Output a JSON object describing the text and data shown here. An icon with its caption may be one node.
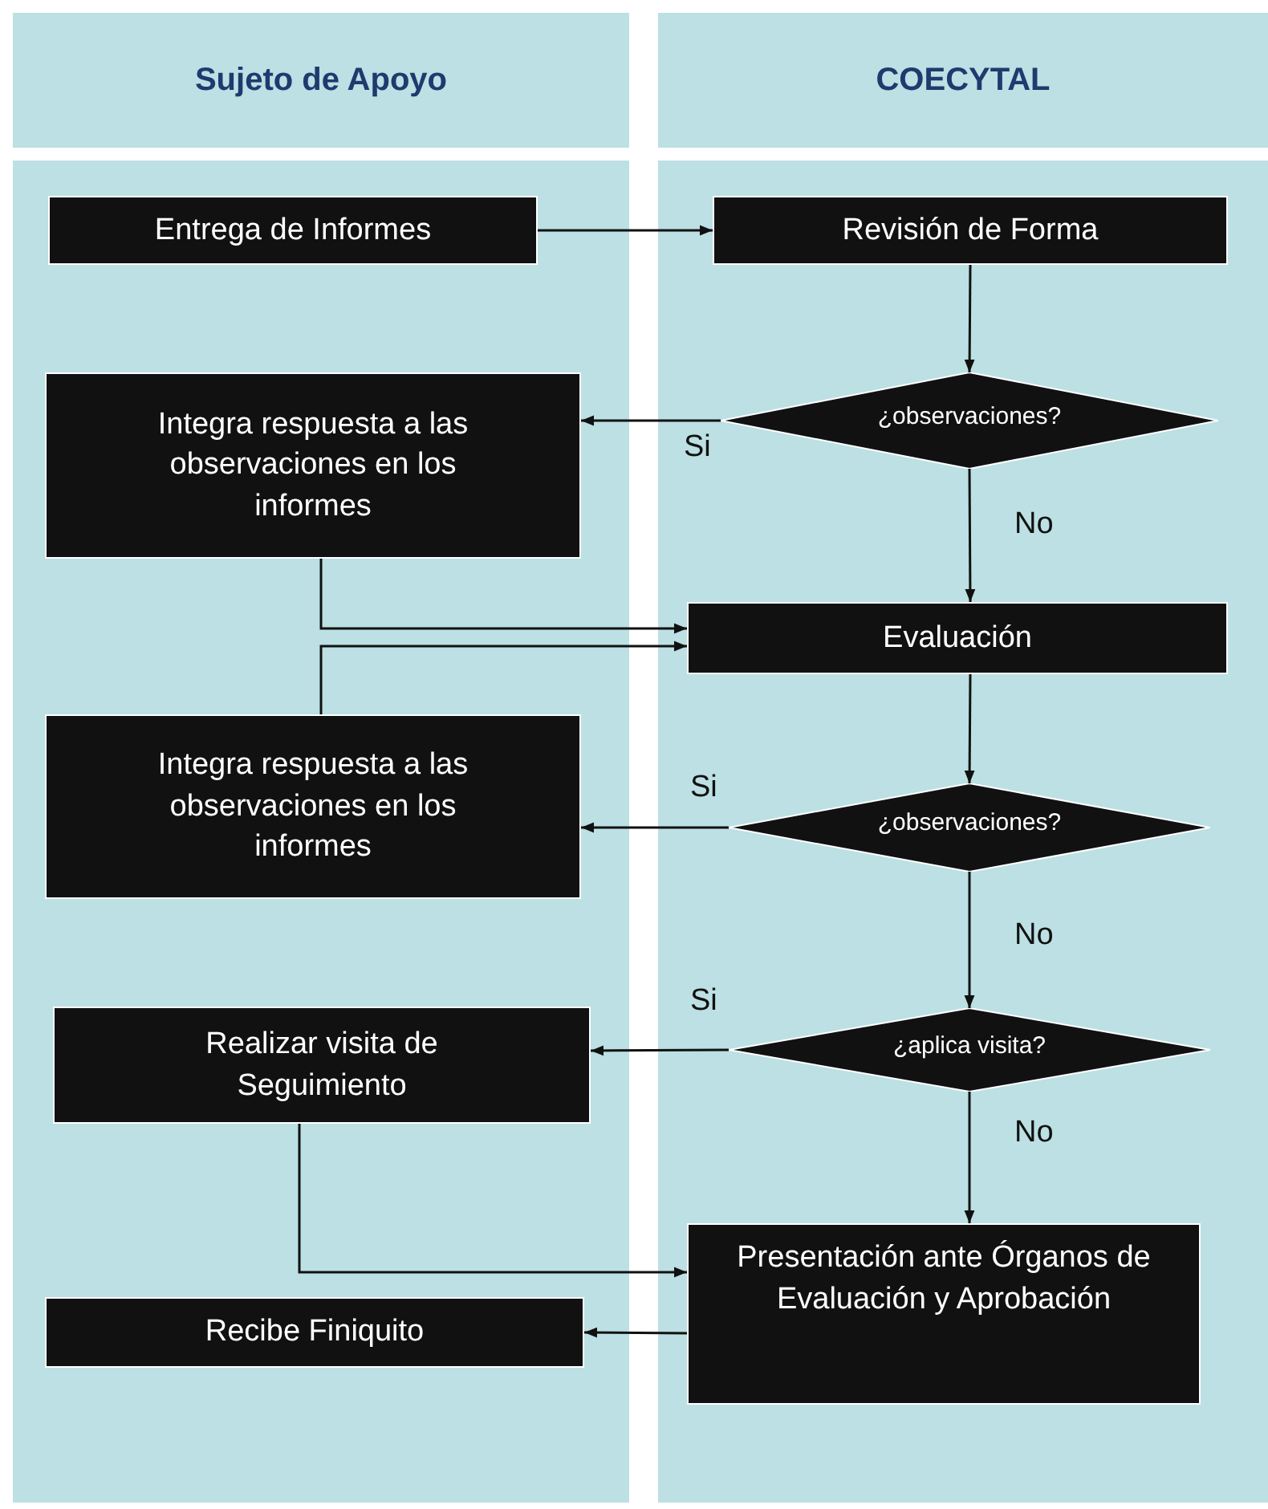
{
  "diagram": {
    "nodes": [
      {
        "text": [
          "Sujeto de Apoyo"
        ]
      },
      {
        "text": [
          "COECYTAL"
        ]
      },
      {
        "text": [],
        "shape": "box"
      },
      {
        "text": [],
        "shape": "box"
      },
      {
        "text": [
          "Entrega de Informes"
        ],
        "in": 2
      },
      {
        "text": [
          "Revisión de Forma"
        ],
        "in": 3
      },
      {
        "text": [
          "¿observaciones?"
        ],
        "in": 3
      },
      {
        "text": [
          "Integra respuesta a las observaciones en los informes"
        ],
        "in": 2
      },
      {
        "text": [
          "Evaluación"
        ],
        "in": 3
      },
      {
        "text": [
          "Integra respuesta a las observaciones en los informes"
        ],
        "in": 2
      },
      {
        "text": [
          "¿observaciones?"
        ],
        "in": 3
      },
      {
        "text": [
          "Realizar visita de Seguimiento"
        ],
        "in": 2
      },
      {
        "text": [
          "¿aplica visita?"
        ],
        "in": 3
      },
      {
        "text": [
          "Presentación ante Órganos de Evaluación y Aprobación"
        ],
        "in": 3
      },
      {
        "text": [
          "Recibe Finiquito"
        ],
        "in": 2
      }
    ],
    "edges": [
      {
        "from": 4,
        "to": 5,
        "arrow": "to"
      },
      {
        "from": 5,
        "to": 6,
        "arrow": "to"
      },
      {
        "from": 6,
        "to": 7,
        "arrow": "to",
        "label": "Si"
      },
      {
        "from": 6,
        "to": 8,
        "arrow": "to",
        "label": "No"
      },
      {
        "from": 7,
        "to": 8,
        "arrow": "to"
      },
      {
        "from": 9,
        "to": 8,
        "arrow": "to"
      },
      {
        "from": 8,
        "to": 10,
        "arrow": "to"
      },
      {
        "from": 10,
        "to": 9,
        "arrow": "to",
        "label": "Si"
      },
      {
        "from": 10,
        "to": 12,
        "arrow": "to",
        "label": "No"
      },
      {
        "from": 12,
        "to": 11,
        "arrow": "to",
        "label": "Si"
      },
      {
        "from": 12,
        "to": 13,
        "arrow": "to",
        "label": "No"
      },
      {
        "from": 11,
        "to": 13,
        "arrow": "to"
      },
      {
        "from": 13,
        "to": 14,
        "arrow": "to"
      }
    ]
  }
}
